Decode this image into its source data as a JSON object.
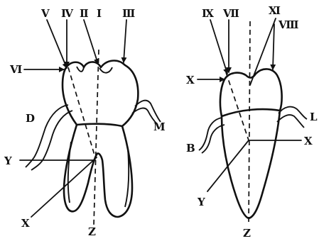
{
  "left_tooth": {
    "arrow_labels": {
      "v": "Ⅴ",
      "iv": "Ⅳ",
      "ii": "Ⅱ",
      "i": "Ⅰ",
      "iii": "Ⅲ",
      "vi": "Ⅵ"
    },
    "side_labels": {
      "d": "D",
      "m": "M"
    },
    "axis_labels": {
      "y": "Y",
      "x": "X",
      "z": "Z"
    }
  },
  "right_tooth": {
    "arrow_labels": {
      "ix": "Ⅸ",
      "vii": "Ⅶ",
      "xi": "Ⅺ",
      "viii": "Ⅷ"
    },
    "side_labels": {
      "b": "B",
      "l": "L"
    },
    "axis_labels": {
      "x_left": "X",
      "x_right": "X",
      "y": "Y",
      "z": "Z"
    }
  }
}
